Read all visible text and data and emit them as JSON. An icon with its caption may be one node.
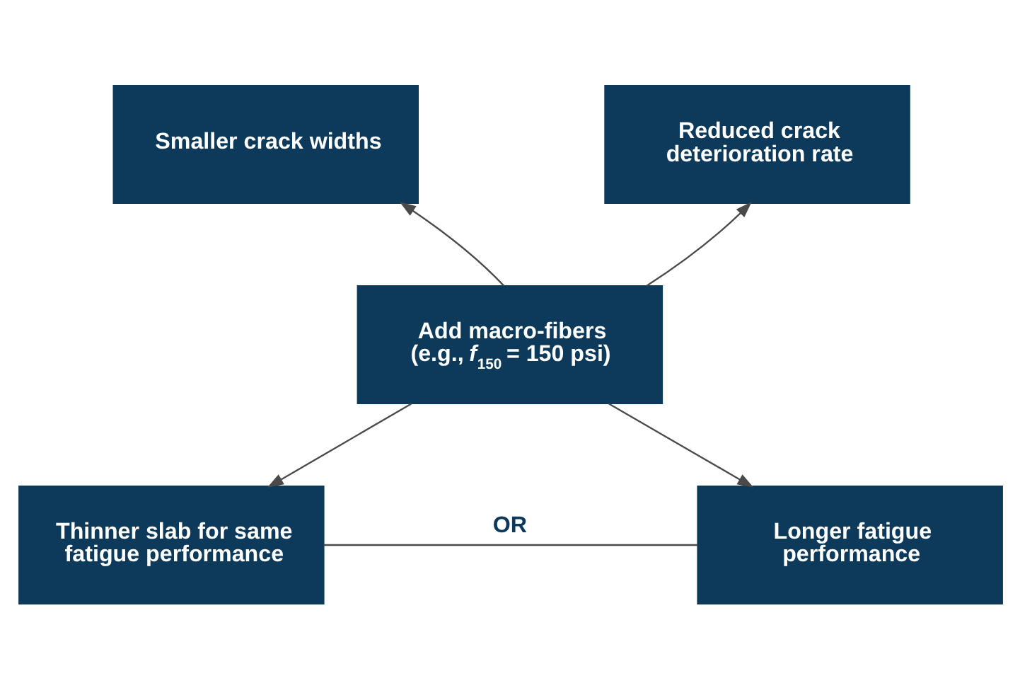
{
  "diagram": {
    "nodes": [
      {
        "text": [
          "Smaller crack widths"
        ]
      },
      {
        "text": [
          "Reduced crack deterioration rate"
        ]
      },
      {
        "text": [
          "Add macro-fibers (e.g., *f*$_{150}$ = 150 psi)"
        ]
      },
      {
        "text": [
          "Thinner slab for same fatigue performance"
        ]
      },
      {
        "text": [
          "Longer fatigue performance"
        ]
      }
    ],
    "edges": [
      {
        "from": 2,
        "to": 0,
        "arrow": "to"
      },
      {
        "from": 2,
        "to": 1,
        "arrow": "to"
      },
      {
        "from": 2,
        "to": 3,
        "arrow": "to"
      },
      {
        "from": 2,
        "to": 4,
        "arrow": "to"
      },
      {
        "from": 3,
        "to": 4,
        "arrow": "none",
        "label": "OR"
      }
    ]
  }
}
